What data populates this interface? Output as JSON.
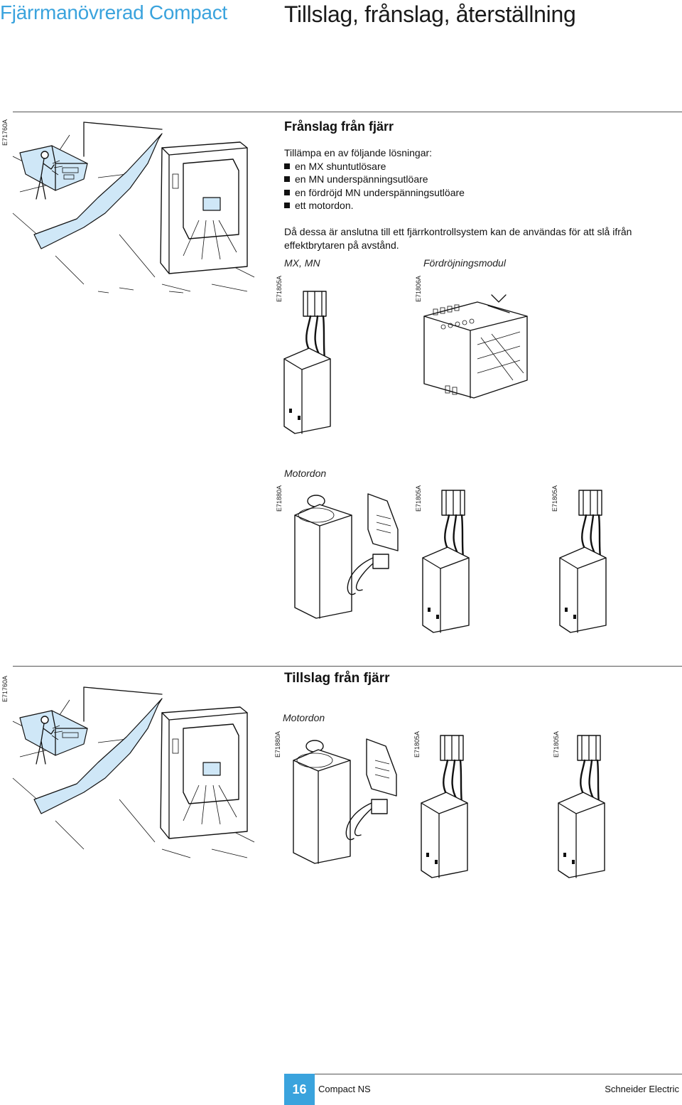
{
  "header": {
    "series_title": "Fjärrmanövrerad Compact",
    "page_title": "Tillslag, frånslag, återställning",
    "accent_color": "#3aa3dd"
  },
  "section_remote_off": {
    "figure_code": "E71760A",
    "title": "Frånslag från fjärr",
    "intro": "Tillämpa en av följande lösningar:",
    "options": [
      "en MX shuntutlösare",
      "en MN underspänningsutlöare",
      "en fördröjd MN underspänningsutlöare",
      "ett motordon."
    ],
    "paragraph": "Då dessa är anslutna till ett fjärrkontrollsystem kan de användas för att slå ifrån effektbrytaren på avstånd.",
    "captions": {
      "mx_mn": "MX, MN",
      "delay_module": "Fördröjningsmodul",
      "motor": "Motordon"
    },
    "figure_codes": {
      "mx_mn": "E71805A",
      "delay_module": "E71806A",
      "motor": "E71880A",
      "motor_mx": "E71805A",
      "motor_mn": "E71805A"
    }
  },
  "section_remote_on": {
    "figure_code": "E71760A",
    "title": "Tillslag från fjärr",
    "caption_motor": "Motordon",
    "figure_codes": {
      "motor": "E71880A",
      "a": "E71805A",
      "b": "E71805A"
    }
  },
  "footer": {
    "page_number": "16",
    "product": "Compact NS",
    "brand": "Schneider Electric"
  }
}
